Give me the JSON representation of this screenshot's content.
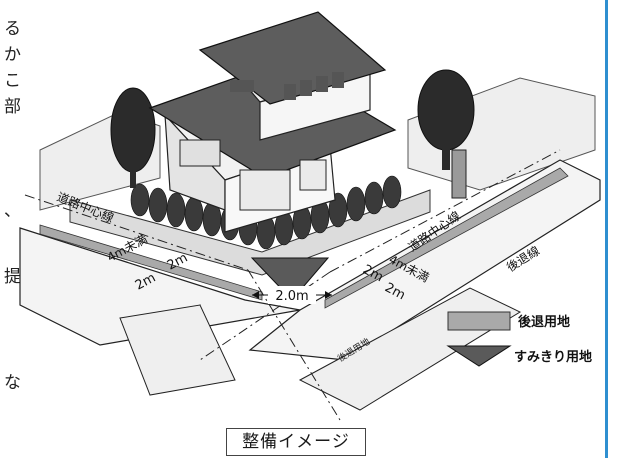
{
  "left_text_fragments": [
    "る",
    "か",
    "こ",
    "部",
    "、",
    "提",
    "な"
  ],
  "labels": {
    "centerline_left": "道路中心線",
    "centerline_right": "道路中心線",
    "under4m_left": "4m未満",
    "under4m_right": "4m未満",
    "two_m_left_a": "2m",
    "two_m_left_b": "2m",
    "two_m_right_a": "2m",
    "two_m_right_b": "2m",
    "width_2m": "2.0m",
    "setback_line": "後退線",
    "setback_area_road": "後退用地"
  },
  "legend": [
    {
      "label": "後退用地",
      "color": "#a9a9a9"
    },
    {
      "label": "すみきり用地",
      "color": "#5a5a5a"
    }
  ],
  "caption": "整備イメージ",
  "colors": {
    "accent_rule": "#2f8fd0",
    "setback": "#a9a9a9",
    "corner": "#5a5a5a"
  }
}
